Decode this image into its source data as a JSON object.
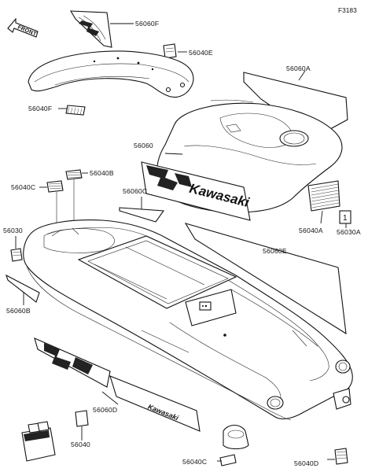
{
  "figure_ref": "F3183",
  "front_marker": "FRONT",
  "decal_text": {
    "kawasaki": "Kawasaki",
    "small_logo": "Kawasaki"
  },
  "callouts": [
    {
      "id": "p56060F",
      "code": "56060F"
    },
    {
      "id": "p56040E",
      "code": "56040E"
    },
    {
      "id": "p56060A",
      "code": "56060A"
    },
    {
      "id": "p56040F",
      "code": "56040F"
    },
    {
      "id": "p56060",
      "code": "56060"
    },
    {
      "id": "p56040B",
      "code": "56040B"
    },
    {
      "id": "p56040C_top",
      "code": "56040C"
    },
    {
      "id": "p56060C",
      "code": "56060C"
    },
    {
      "id": "p56030",
      "code": "56030"
    },
    {
      "id": "p56040A",
      "code": "56040A"
    },
    {
      "id": "p56030A",
      "code": "56030A"
    },
    {
      "id": "p56060E",
      "code": "56060E"
    },
    {
      "id": "p56060B",
      "code": "56060B"
    },
    {
      "id": "p56060D",
      "code": "56060D"
    },
    {
      "id": "p56040",
      "code": "56040"
    },
    {
      "id": "p56040C_bottom",
      "code": "56040C"
    },
    {
      "id": "p56040D",
      "code": "56040D"
    }
  ],
  "colors": {
    "line": "#111111",
    "background": "#ffffff"
  }
}
